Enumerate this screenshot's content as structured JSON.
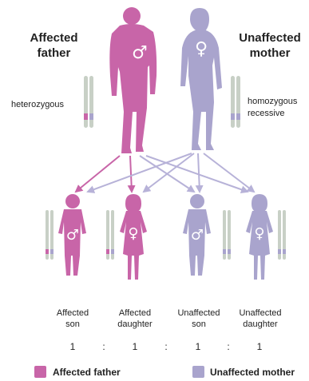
{
  "colors": {
    "affected": "#c865a8",
    "unaffected": "#a9a4cd",
    "chromosome": "#c8d0c6",
    "arrow": "#b7b2d8",
    "text": "#222222"
  },
  "parents": {
    "father": {
      "title": "Affected\nfather",
      "genotype": "heterozygous",
      "symbol": "♂"
    },
    "mother": {
      "title": "Unaffected\nmother",
      "genotype": "homozygous\nrecessive",
      "symbol": "♀"
    }
  },
  "children": [
    {
      "label": "Affected\nson",
      "symbol": "♂",
      "status": "affected",
      "ratio": "1"
    },
    {
      "label": "Affected\ndaughter",
      "symbol": "♀",
      "status": "affected",
      "ratio": "1"
    },
    {
      "label": "Unaffected\nson",
      "symbol": "♂",
      "status": "unaffected",
      "ratio": "1"
    },
    {
      "label": "Unaffected\ndaughter",
      "symbol": "♀",
      "status": "unaffected",
      "ratio": "1"
    }
  ],
  "ratio_separator": ":",
  "legend": {
    "affected": "Affected father",
    "unaffected": "Unaffected mother"
  }
}
